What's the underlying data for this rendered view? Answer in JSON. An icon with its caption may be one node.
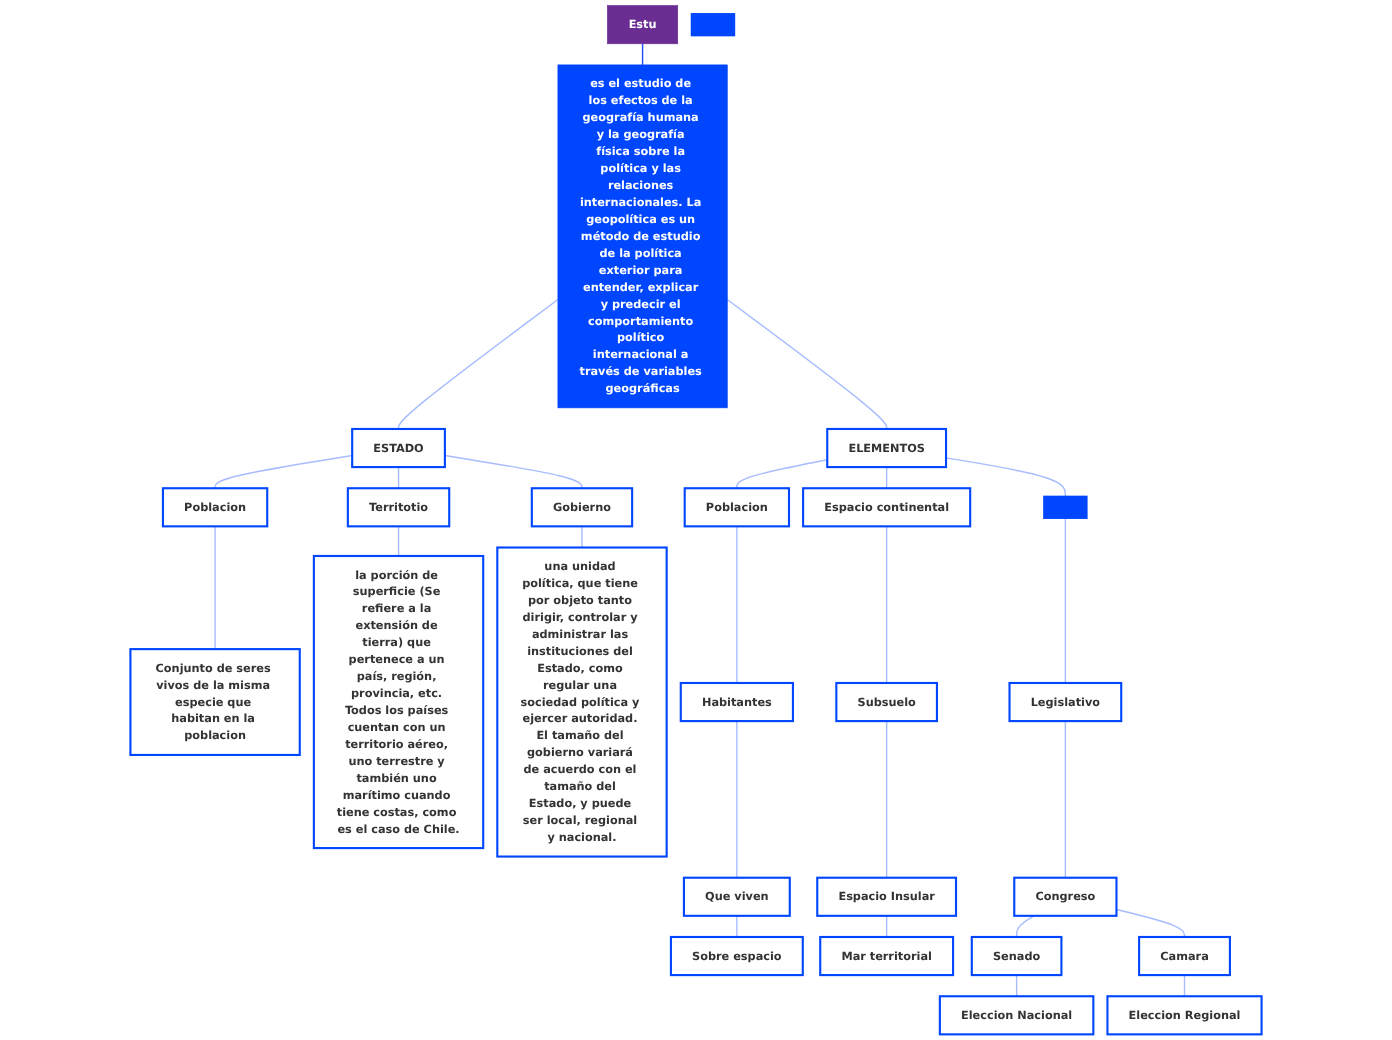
{
  "diagram": {
    "nodes": [
      {
        "text": [
          "Estu"
        ]
      },
      {
        "text": [
          "es el estudio de los efectos de la geografía humana y la geografía física sobre la política y las relaciones internacionales. La geopolítica es un método de estudio de la política exterior para entender, explicar y predecir el comportamiento político internacional a través de variables geográficas"
        ]
      },
      {
        "text": [
          "ESTADO"
        ]
      },
      {
        "text": [
          "Poblacion"
        ]
      },
      {
        "text": [
          "Territotio"
        ]
      },
      {
        "text": [
          "Gobierno"
        ]
      },
      {
        "text": [
          "Conjunto de seres vivos de la misma especie que habitan en la poblacion"
        ]
      },
      {
        "text": [
          "la porción de superficie (Se refiere a la extensión de tierra) que pertenece a un país, región, provincia, etc. Todos los países cuentan con un territorio aéreo, uno terrestre y también uno marítimo cuando tiene costas, como es el caso de Chile."
        ]
      },
      {
        "text": [
          "una unidad política, que tiene por objeto tanto dirigir, controlar y administrar las instituciones del Estado, como regular una sociedad política y ejercer autoridad. El tamaño del gobierno variará de acuerdo con el tamaño del Estado, y puede ser local, regional y nacional."
        ]
      },
      {
        "text": [
          "ELEMENTOS"
        ]
      },
      {
        "text": [
          "Poblacion"
        ]
      },
      {
        "text": [
          "Espacio continental"
        ]
      },
      {
        "text": [
          "Habitantes"
        ]
      },
      {
        "text": [
          "Subsuelo"
        ]
      },
      {
        "text": [
          "Que viven"
        ]
      },
      {
        "text": [
          "Espacio Insular"
        ]
      },
      {
        "text": [
          "Sobre espacio"
        ]
      },
      {
        "text": [
          "Mar territorial"
        ]
      },
      {
        "text": [],
        "shape": "bar"
      },
      {
        "text": [
          "Legislativo"
        ]
      },
      {
        "text": [
          "Congreso"
        ]
      },
      {
        "text": [],
        "shape": "bar"
      },
      {
        "text": [
          "Senado"
        ]
      },
      {
        "text": [
          "Camara"
        ]
      },
      {
        "text": [
          "Eleccion Nacional"
        ]
      },
      {
        "text": [
          "Eleccion Regional"
        ]
      }
    ],
    "edges": [
      {
        "from": 0,
        "to": 1,
        "arrow": "none",
        "color": "#1e4fff"
      },
      {
        "from": 1,
        "to": 2,
        "arrow": "none"
      },
      {
        "from": 1,
        "to": 9,
        "arrow": "none"
      },
      {
        "from": 2,
        "to": 3,
        "arrow": "none"
      },
      {
        "from": 2,
        "to": 4,
        "arrow": "none"
      },
      {
        "from": 2,
        "to": 5,
        "arrow": "none"
      },
      {
        "from": 3,
        "to": 6,
        "arrow": "none"
      },
      {
        "from": 4,
        "to": 7,
        "arrow": "none"
      },
      {
        "from": 5,
        "to": 8,
        "arrow": "none"
      },
      {
        "from": 9,
        "to": 10,
        "arrow": "none"
      },
      {
        "from": 9,
        "to": 11,
        "arrow": "none"
      },
      {
        "from": 9,
        "to": 18,
        "arrow": "none"
      },
      {
        "from": 10,
        "to": 12,
        "arrow": "none"
      },
      {
        "from": 12,
        "to": 14,
        "arrow": "none"
      },
      {
        "from": 14,
        "to": 16,
        "arrow": "none"
      },
      {
        "from": 11,
        "to": 13,
        "arrow": "none"
      },
      {
        "from": 13,
        "to": 15,
        "arrow": "none"
      },
      {
        "from": 15,
        "to": 17,
        "arrow": "none"
      },
      {
        "from": 18,
        "to": 19,
        "arrow": "none"
      },
      {
        "from": 19,
        "to": 20,
        "arrow": "none"
      },
      {
        "from": 20,
        "to": 22,
        "arrow": "none"
      },
      {
        "from": 20,
        "to": 23,
        "arrow": "none"
      },
      {
        "from": 22,
        "to": 24,
        "arrow": "none"
      },
      {
        "from": 23,
        "to": 25,
        "arrow": "none"
      }
    ]
  }
}
